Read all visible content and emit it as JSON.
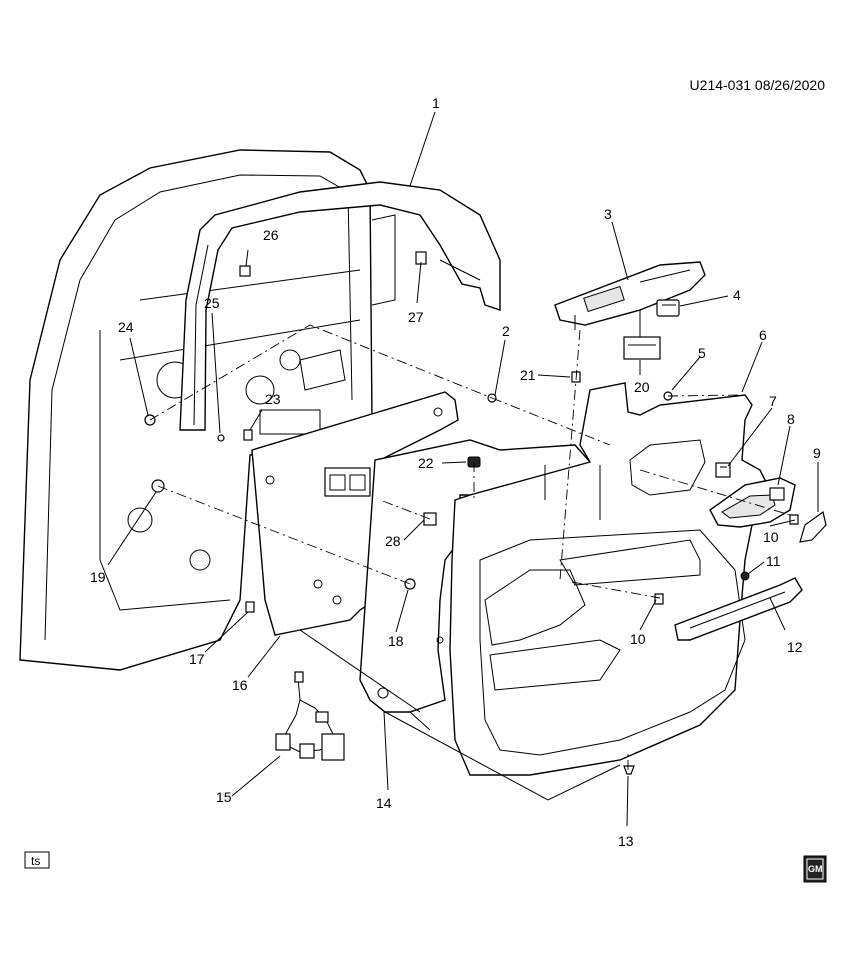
{
  "header": {
    "reference": "U214-031  08/26/2020"
  },
  "footer": {
    "ts_label": "ts",
    "gm_logo": "GM"
  },
  "callouts": [
    {
      "id": "c1",
      "label": "1"
    },
    {
      "id": "c2",
      "label": "2"
    },
    {
      "id": "c3",
      "label": "3"
    },
    {
      "id": "c4",
      "label": "4"
    },
    {
      "id": "c5",
      "label": "5"
    },
    {
      "id": "c6",
      "label": "6"
    },
    {
      "id": "c7",
      "label": "7"
    },
    {
      "id": "c8",
      "label": "8"
    },
    {
      "id": "c9",
      "label": "9"
    },
    {
      "id": "c10a",
      "label": "10"
    },
    {
      "id": "c10b",
      "label": "10"
    },
    {
      "id": "c11",
      "label": "11"
    },
    {
      "id": "c12",
      "label": "12"
    },
    {
      "id": "c13",
      "label": "13"
    },
    {
      "id": "c14",
      "label": "14"
    },
    {
      "id": "c15",
      "label": "15"
    },
    {
      "id": "c16",
      "label": "16"
    },
    {
      "id": "c17",
      "label": "17"
    },
    {
      "id": "c18",
      "label": "18"
    },
    {
      "id": "c19",
      "label": "19"
    },
    {
      "id": "c20",
      "label": "20"
    },
    {
      "id": "c21",
      "label": "21"
    },
    {
      "id": "c22",
      "label": "22"
    },
    {
      "id": "c23",
      "label": "23"
    },
    {
      "id": "c24",
      "label": "24"
    },
    {
      "id": "c25",
      "label": "25"
    },
    {
      "id": "c26",
      "label": "26"
    },
    {
      "id": "c27",
      "label": "27"
    },
    {
      "id": "c28",
      "label": "28"
    }
  ]
}
